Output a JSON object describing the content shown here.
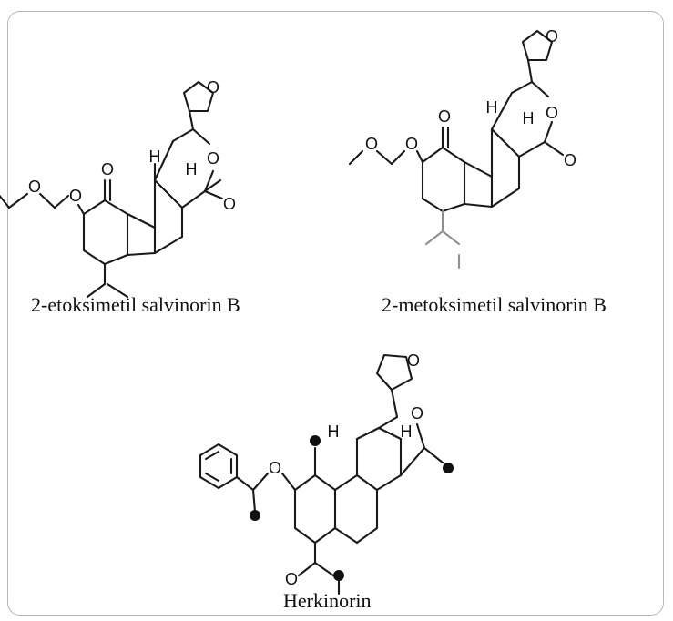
{
  "compounds": [
    {
      "name": "2-etoksimetil salvinorin B",
      "atoms": {
        "O": "O",
        "H": "H"
      }
    },
    {
      "name": "2-metoksimetil salvinorin B",
      "atoms": {
        "O": "O",
        "H": "H"
      }
    },
    {
      "name": "Herkinorin",
      "atoms": {
        "O": "O",
        "H": "H"
      }
    }
  ]
}
